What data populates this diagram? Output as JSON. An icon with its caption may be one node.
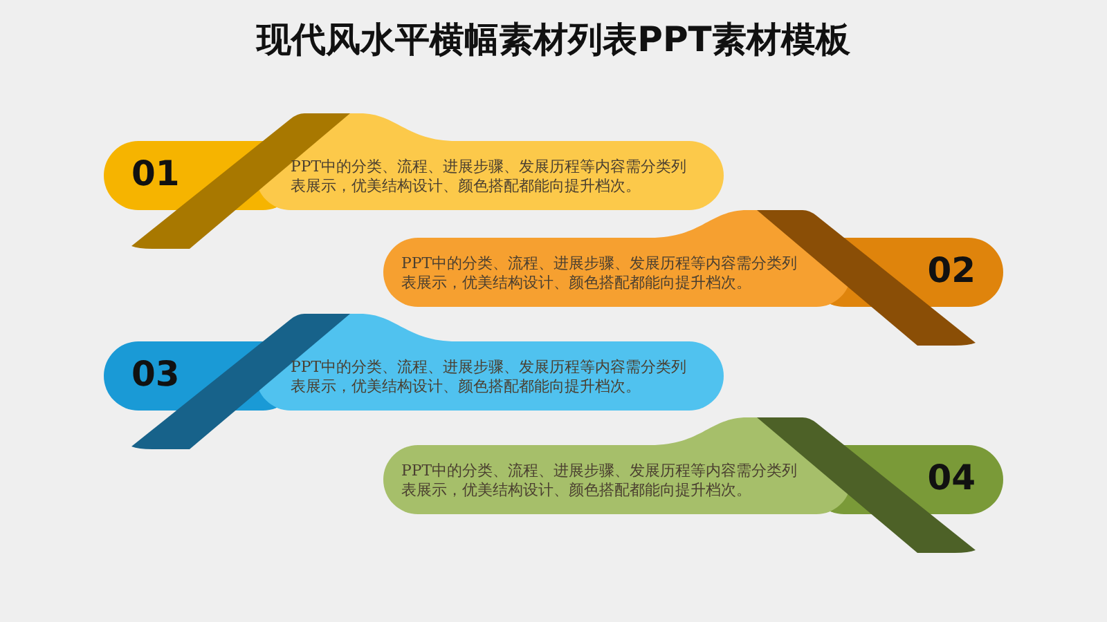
{
  "diagram": {
    "title": "现代风水平横幅素材列表PPT素材模板",
    "nodes": [
      {
        "text": [
          "01",
          "PPT中的分类、流程、进展步骤、发展历程等内容需分类列表展示，优美结构设计、颜色搭配都能向提升档次。"
        ]
      },
      {
        "text": [
          "PPT中的分类、流程、进展步骤、发展历程等内容需分类列表展示，优美结构设计、颜色搭配都能向提升档次。",
          "02"
        ]
      },
      {
        "text": [
          "03",
          "PPT中的分类、流程、进展步骤、发展历程等内容需分类列表展示，优美结构设计、颜色搭配都能向提升档次。"
        ]
      },
      {
        "text": [
          "PPT中的分类、流程、进展步骤、发展历程等内容需分类列表展示，优美结构设计、颜色搭配都能向提升档次。",
          "04"
        ]
      }
    ]
  }
}
